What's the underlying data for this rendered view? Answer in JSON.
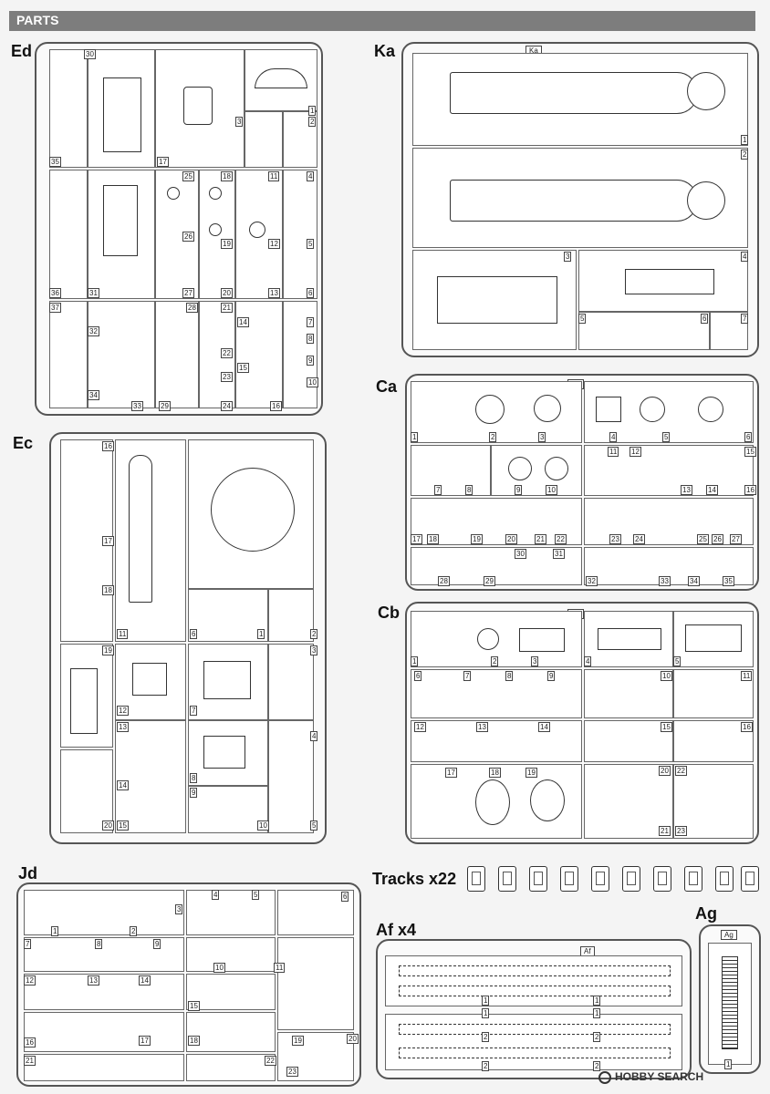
{
  "header": {
    "title": "PARTS"
  },
  "sprues": {
    "ed": {
      "label": "Ed",
      "code": "Ed",
      "numbers": [
        "30",
        "1",
        "3",
        "2",
        "35",
        "17",
        "25",
        "18",
        "11",
        "4",
        "26",
        "19",
        "12",
        "5",
        "36",
        "31",
        "27",
        "20",
        "13",
        "6",
        "37",
        "28",
        "21",
        "14",
        "7",
        "32",
        "22",
        "8",
        "15",
        "9",
        "23",
        "34",
        "33",
        "29",
        "24",
        "16",
        "10"
      ]
    },
    "ka": {
      "label": "Ka",
      "code": "Ka",
      "numbers": [
        "1",
        "2",
        "3",
        "4",
        "5",
        "6",
        "7"
      ]
    },
    "ec": {
      "label": "Ec",
      "code": "Ec",
      "numbers": [
        "16",
        "17",
        "18",
        "11",
        "6",
        "1",
        "2",
        "19",
        "12",
        "7",
        "3",
        "13",
        "8",
        "4",
        "14",
        "9",
        "20",
        "15",
        "10",
        "5"
      ]
    },
    "ca": {
      "label": "Ca",
      "code": "Ca",
      "numbers": [
        "1",
        "2",
        "3",
        "4",
        "5",
        "6",
        "7",
        "8",
        "9",
        "10",
        "11",
        "12",
        "13",
        "14",
        "15",
        "16",
        "17",
        "18",
        "19",
        "20",
        "21",
        "22",
        "23",
        "24",
        "25",
        "26",
        "27",
        "30",
        "31",
        "28",
        "29",
        "32",
        "33",
        "34",
        "35"
      ]
    },
    "cb": {
      "label": "Cb",
      "code": "Cb",
      "numbers": [
        "1",
        "2",
        "3",
        "4",
        "5",
        "6",
        "7",
        "8",
        "9",
        "10",
        "11",
        "12",
        "13",
        "14",
        "15",
        "16",
        "17",
        "18",
        "19",
        "20",
        "22",
        "21",
        "23"
      ]
    },
    "jd": {
      "label": "Jd",
      "code": "Jd",
      "numbers": [
        "3",
        "4",
        "5",
        "6",
        "1",
        "2",
        "7",
        "8",
        "9",
        "10",
        "11",
        "12",
        "13",
        "14",
        "15",
        "16",
        "17",
        "18",
        "19",
        "20",
        "21",
        "22",
        "23"
      ]
    },
    "af": {
      "label": "Af x4",
      "code": "Af",
      "numbers": [
        "1",
        "1",
        "1",
        "1",
        "2",
        "2",
        "2",
        "2"
      ]
    },
    "ag": {
      "label": "Ag",
      "code": "Ag",
      "numbers": [
        "1"
      ]
    }
  },
  "tracks": {
    "label": "Tracks x22"
  },
  "watermark": {
    "text": "HOBBY SEARCH"
  }
}
